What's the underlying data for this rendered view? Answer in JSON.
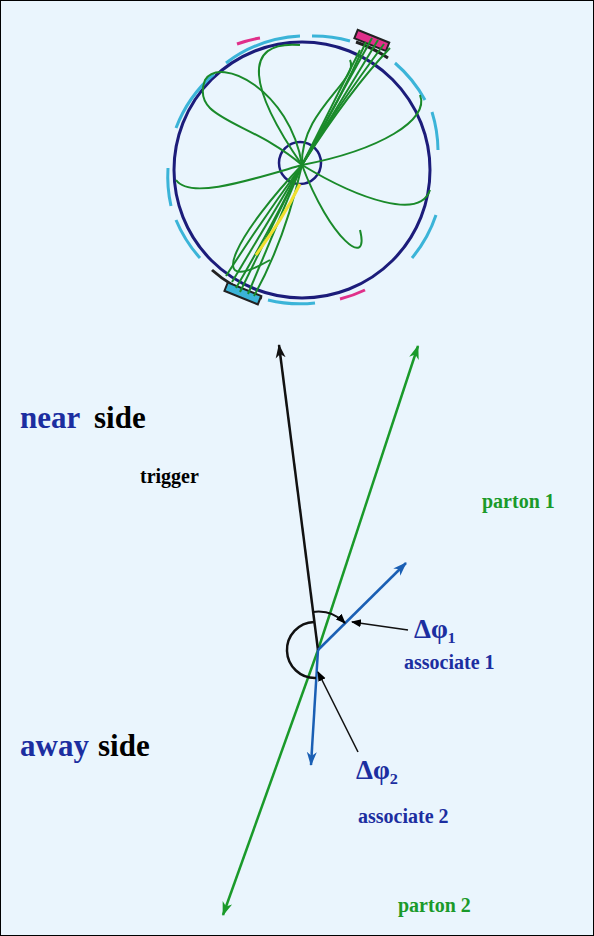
{
  "diagram": {
    "labels": [
      "near",
      "side",
      "trigger",
      "parton 1",
      "Δφ₁",
      "associate 1",
      "away",
      "side",
      "Δφ₂",
      "associate 2",
      "parton 2"
    ]
  }
}
